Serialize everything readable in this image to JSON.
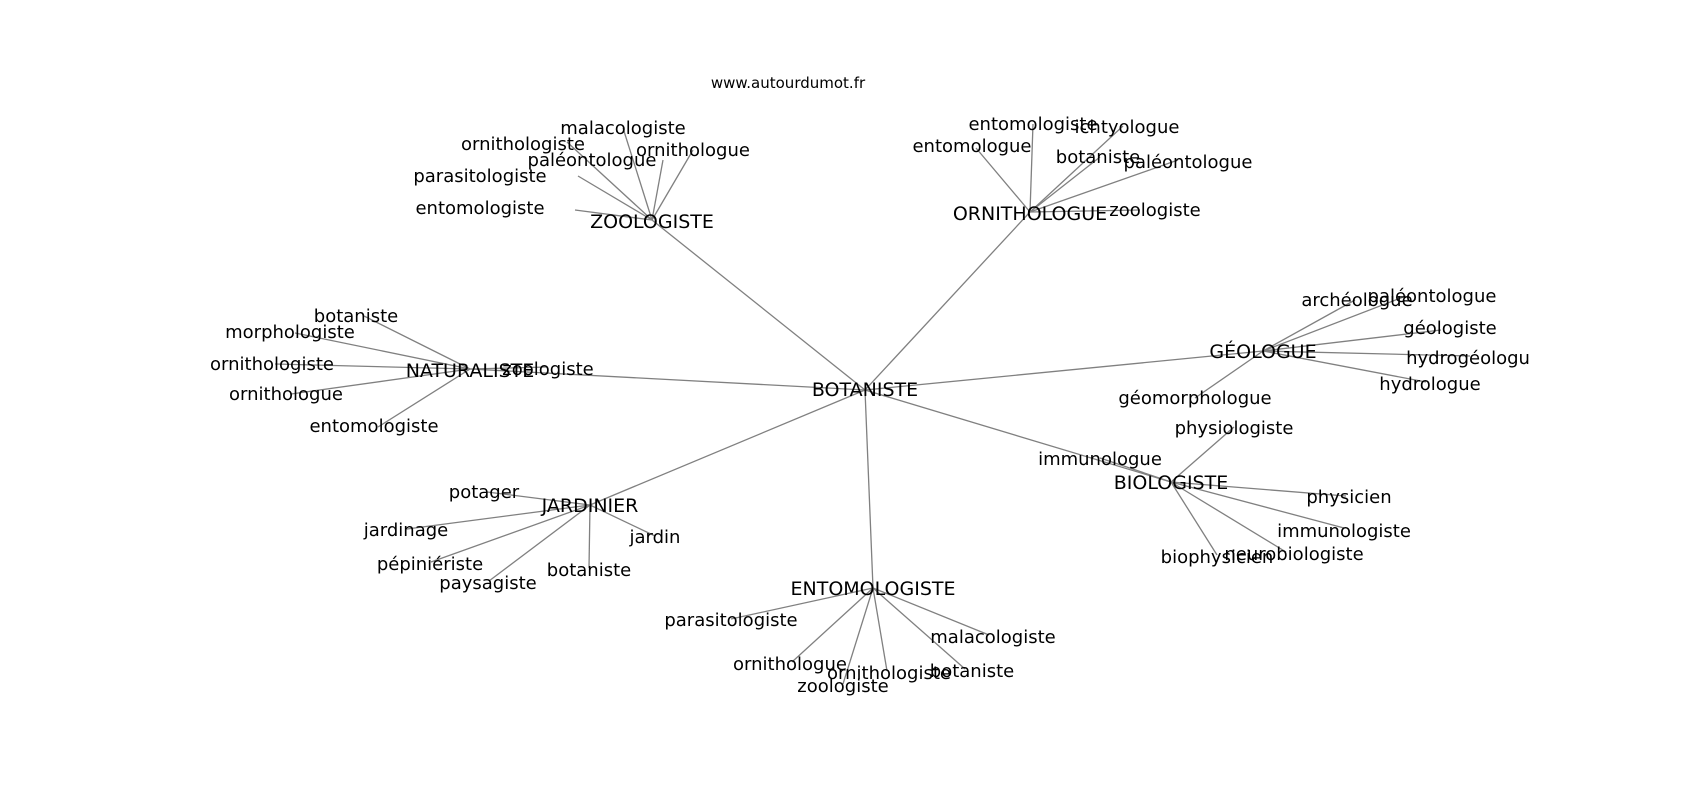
{
  "site": "www.autourdumot.fr",
  "root": {
    "label": "BOTANISTE"
  },
  "hubs": [
    {
      "id": "zoo",
      "label": "ZOOLOGISTE",
      "leaves": [
        "malacologiste",
        "ornithologiste",
        "ornithologue",
        "paléontologue",
        "parasitologiste",
        "entomologiste"
      ]
    },
    {
      "id": "orni",
      "label": "ORNITHOLOGUE",
      "leaves": [
        "entomologiste",
        "ichtyologue",
        "entomologue",
        "botaniste",
        "paléontologue",
        "zoologiste"
      ]
    },
    {
      "id": "nat",
      "label": "NATURALISTE",
      "leaves": [
        "botaniste",
        "morphologiste",
        "ornithologiste",
        "zoologiste",
        "ornithologue",
        "entomologiste"
      ]
    },
    {
      "id": "geo",
      "label": "GÉOLOGUE",
      "leaves": [
        "archéologue",
        "paléontologue",
        "géologiste",
        "hydrogéologu",
        "hydrologue",
        "géomorphologue"
      ]
    },
    {
      "id": "jar",
      "label": "JARDINIER",
      "leaves": [
        "potager",
        "jardinage",
        "jardin",
        "pépiniériste",
        "botaniste",
        "paysagiste"
      ]
    },
    {
      "id": "bio",
      "label": "BIOLOGISTE",
      "leaves": [
        "physiologiste",
        "immunologue",
        "physicien",
        "immunologiste",
        "biophysicien",
        "neurobiologiste"
      ]
    },
    {
      "id": "ent",
      "label": "ENTOMOLOGISTE",
      "leaves": [
        "parasitologiste",
        "malacologiste",
        "ornithologue",
        "ornithologiste",
        "botaniste",
        "zoologiste"
      ]
    }
  ]
}
